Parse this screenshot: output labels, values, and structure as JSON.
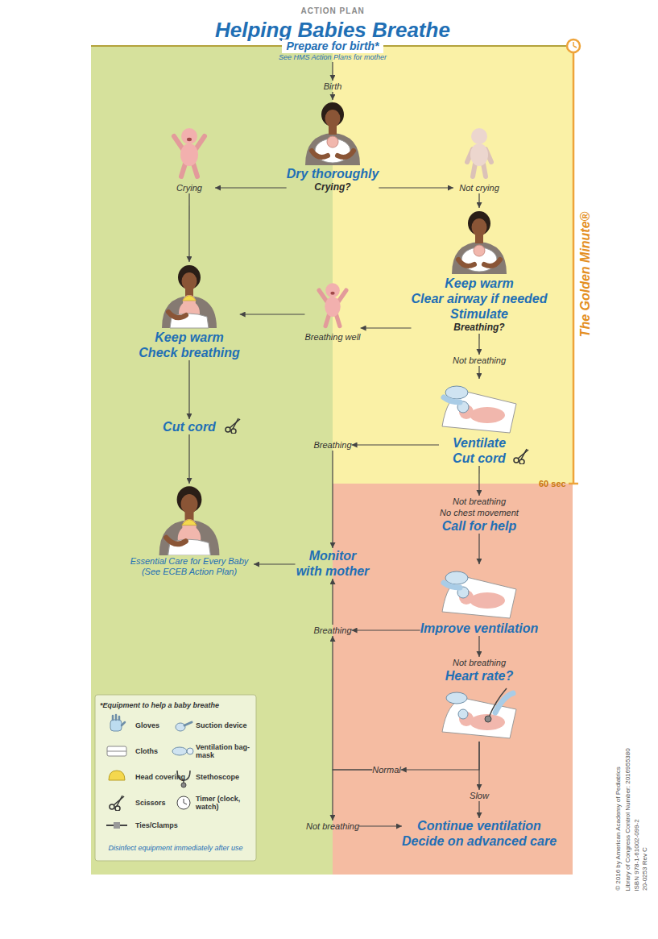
{
  "diagram": {
    "title": "Helping Babies Breathe",
    "nodes": [
      {
        "text": [
          "Prepare for birth*",
          "See HMS Action Plans for mother"
        ]
      },
      {
        "text": [
          "Birth"
        ]
      },
      {
        "text": [
          "Dry thoroughly",
          "Crying?"
        ]
      },
      {
        "text": [
          "Crying"
        ]
      },
      {
        "text": [
          "Not crying"
        ]
      },
      {
        "text": [
          "Keep warm",
          "Clear airway if needed",
          "Stimulate",
          "Breathing?"
        ]
      },
      {
        "text": [
          "Breathing well"
        ]
      },
      {
        "text": [
          "Keep warm",
          "Check breathing"
        ]
      },
      {
        "text": [
          "Not breathing"
        ]
      },
      {
        "text": [
          "Ventilate",
          "Cut cord"
        ]
      },
      {
        "text": [
          "Breathing"
        ]
      },
      {
        "text": [
          "Cut cord"
        ]
      },
      {
        "text": [
          "Not breathing",
          "No chest movement",
          "Call for help"
        ]
      },
      {
        "text": [
          "Monitor with mother"
        ]
      },
      {
        "text": [
          "Essential Care for Every Baby (See ECEB Action Plan)"
        ]
      },
      {
        "text": [
          "Breathing"
        ]
      },
      {
        "text": [
          "Improve ventilation"
        ]
      },
      {
        "text": [
          "Not breathing",
          "Heart rate?"
        ]
      },
      {
        "text": [
          "Normal"
        ]
      },
      {
        "text": [
          "Slow"
        ]
      },
      {
        "text": [
          "Not breathing"
        ]
      },
      {
        "text": [
          "Continue ventilation",
          "Decide on advanced care"
        ]
      }
    ],
    "edges": [
      {
        "from": 0,
        "to": 1,
        "arrow": "to"
      },
      {
        "from": 1,
        "to": 2,
        "arrow": "to"
      },
      {
        "from": 2,
        "to": 3,
        "arrow": "to"
      },
      {
        "from": 2,
        "to": 4,
        "arrow": "to"
      },
      {
        "from": 3,
        "to": 7,
        "arrow": "to"
      },
      {
        "from": 4,
        "to": 5,
        "arrow": "to"
      },
      {
        "from": 5,
        "to": 6,
        "arrow": "to"
      },
      {
        "from": 6,
        "to": 7,
        "arrow": "to"
      },
      {
        "from": 5,
        "to": 8,
        "arrow": "to"
      },
      {
        "from": 8,
        "to": 9,
        "arrow": "to"
      },
      {
        "from": 7,
        "to": 11,
        "arrow": "to"
      },
      {
        "from": 11,
        "to": 14,
        "arrow": "to"
      },
      {
        "from": 9,
        "to": 10,
        "arrow": "to"
      },
      {
        "from": 9,
        "to": 12,
        "arrow": "to"
      },
      {
        "from": 10,
        "to": 13,
        "arrow": "to"
      },
      {
        "from": 13,
        "to": 14,
        "arrow": "to"
      },
      {
        "from": 12,
        "to": 16,
        "arrow": "to"
      },
      {
        "from": 16,
        "to": 15,
        "arrow": "to"
      },
      {
        "from": 15,
        "to": 13,
        "arrow": "to"
      },
      {
        "from": 16,
        "to": 17,
        "arrow": "to"
      },
      {
        "from": 17,
        "to": 18,
        "arrow": "to"
      },
      {
        "from": 17,
        "to": 19,
        "arrow": "to"
      },
      {
        "from": 18,
        "to": 15,
        "arrow": "to"
      },
      {
        "from": 18,
        "to": 20,
        "arrow": "to"
      },
      {
        "from": 19,
        "to": 21,
        "arrow": "to"
      },
      {
        "from": 20,
        "to": 21,
        "arrow": "to"
      }
    ],
    "labels": [
      "ACTION PLAN",
      "The Golden Minute®",
      "60 sec",
      "*Equipment to help a baby breathe",
      "Disinfect equipment immediately after use",
      "© 2016 by American Academy of Pediatrics",
      "Library of Congress Control Number: 2016955380",
      "ISBN 978-1-61002-099-2",
      "20-0253 Rev C"
    ],
    "legend": [
      {
        "text": "Gloves"
      },
      {
        "text": "Suction device"
      },
      {
        "text": "Cloths"
      },
      {
        "text": "Ventilation bag-mask"
      },
      {
        "text": "Head covering"
      },
      {
        "text": "Stethoscope"
      },
      {
        "text": "Scissors"
      },
      {
        "text": "Timer (clock, watch)"
      },
      {
        "text": "Ties/Clamps"
      }
    ]
  }
}
